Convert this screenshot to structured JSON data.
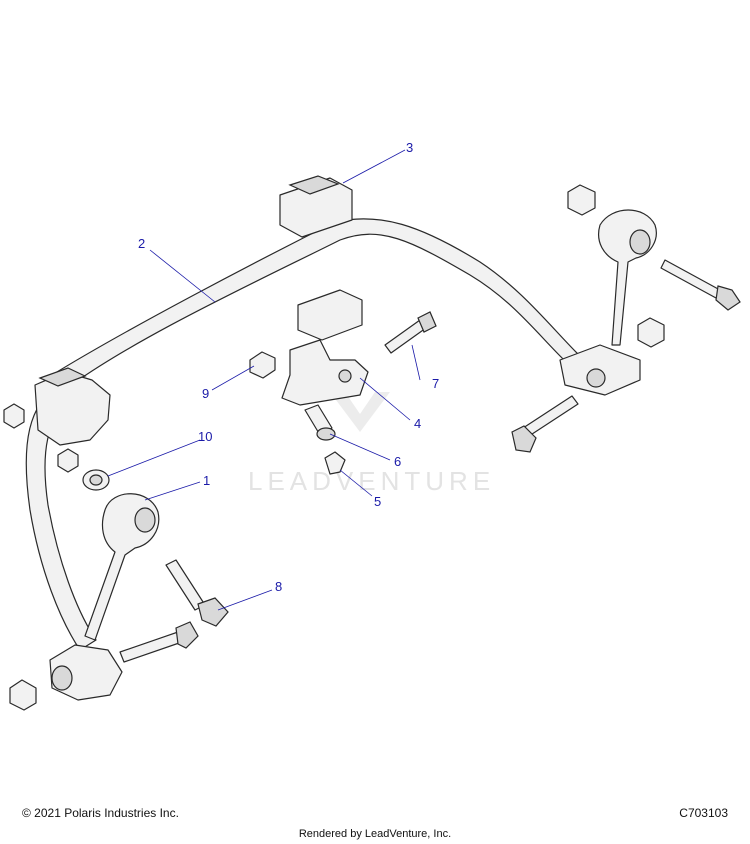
{
  "watermark": "LEADVENTURE",
  "callouts": [
    {
      "id": "c1",
      "label": "1"
    },
    {
      "id": "c2",
      "label": "2"
    },
    {
      "id": "c3",
      "label": "3"
    },
    {
      "id": "c4",
      "label": "4"
    },
    {
      "id": "c5",
      "label": "5"
    },
    {
      "id": "c6",
      "label": "6"
    },
    {
      "id": "c7",
      "label": "7"
    },
    {
      "id": "c8",
      "label": "8"
    },
    {
      "id": "c9",
      "label": "9"
    },
    {
      "id": "c10",
      "label": "10"
    }
  ],
  "footer": {
    "copyright": "© 2021 Polaris Industries Inc.",
    "code": "C703103",
    "rendered_by": "Rendered by LeadVenture, Inc."
  },
  "colors": {
    "callout": "#1a1aa8",
    "line": "#2a2a2a"
  }
}
